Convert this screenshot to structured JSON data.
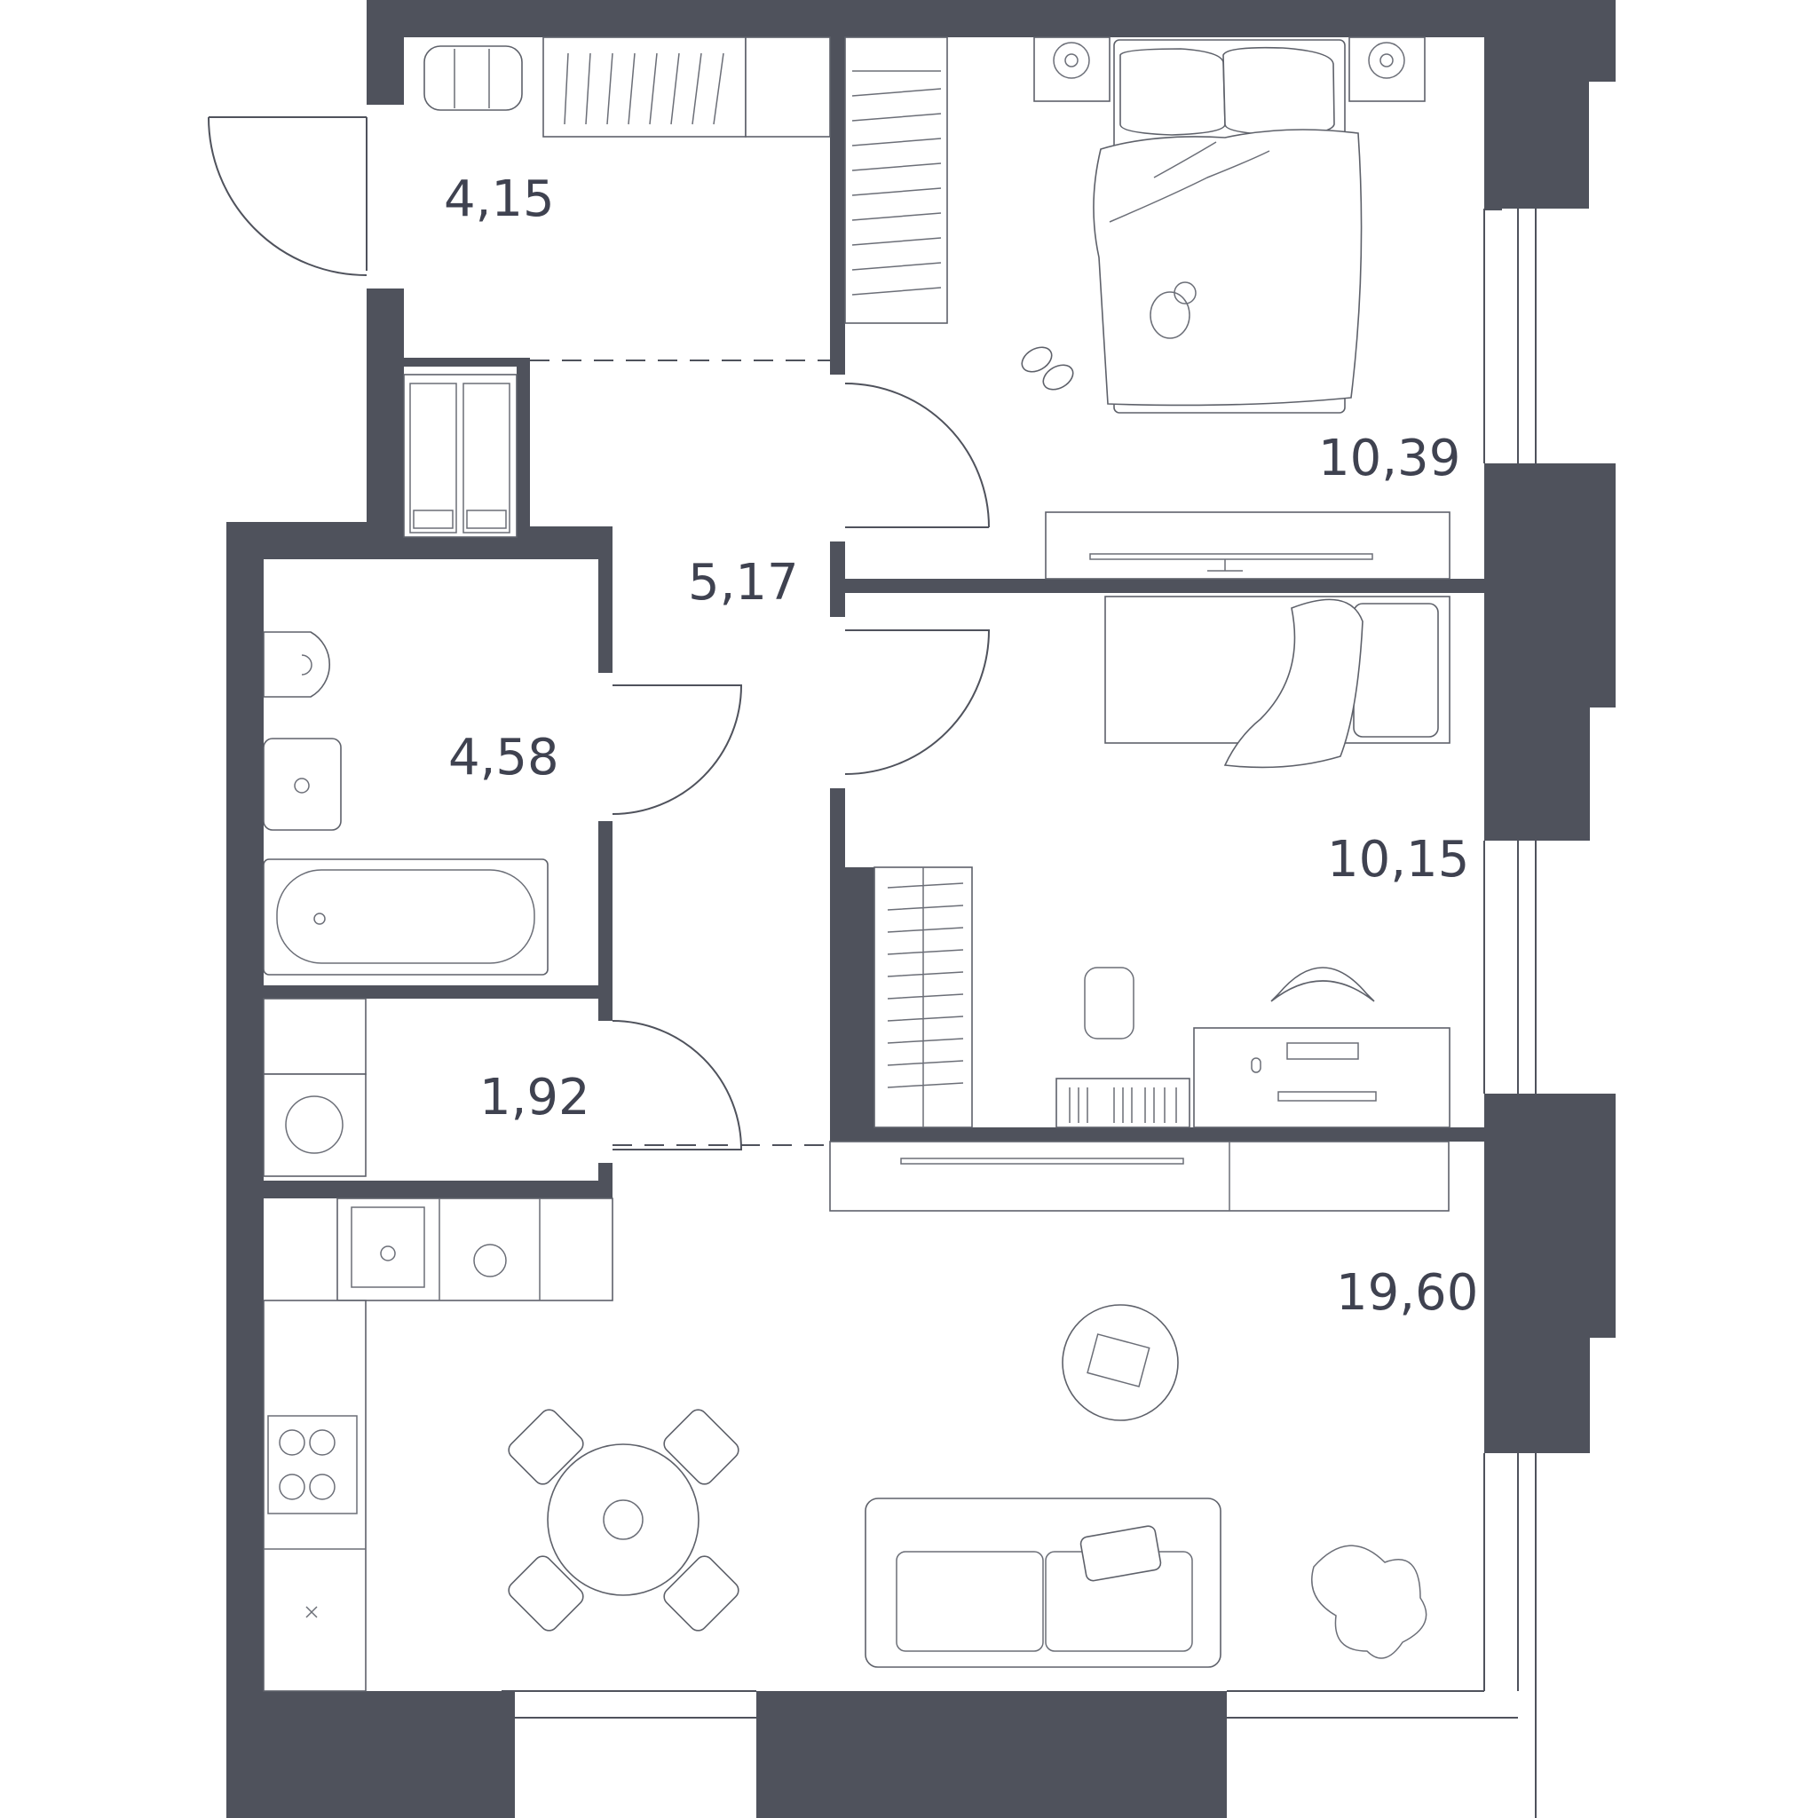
{
  "plan": {
    "rooms": [
      {
        "id": "entrance-hall",
        "area": "4,15"
      },
      {
        "id": "corridor",
        "area": "5,17"
      },
      {
        "id": "bathroom",
        "area": "4,58"
      },
      {
        "id": "laundry",
        "area": "1,92"
      },
      {
        "id": "bedroom-1",
        "area": "10,39"
      },
      {
        "id": "bedroom-2",
        "area": "10,15"
      },
      {
        "id": "kitchen-living-room",
        "area": "19,60"
      }
    ]
  },
  "colors": {
    "wall": "#4f525c",
    "furniture_stroke": "#5e616a",
    "background": "#ffffff",
    "label": "#3f4250"
  }
}
